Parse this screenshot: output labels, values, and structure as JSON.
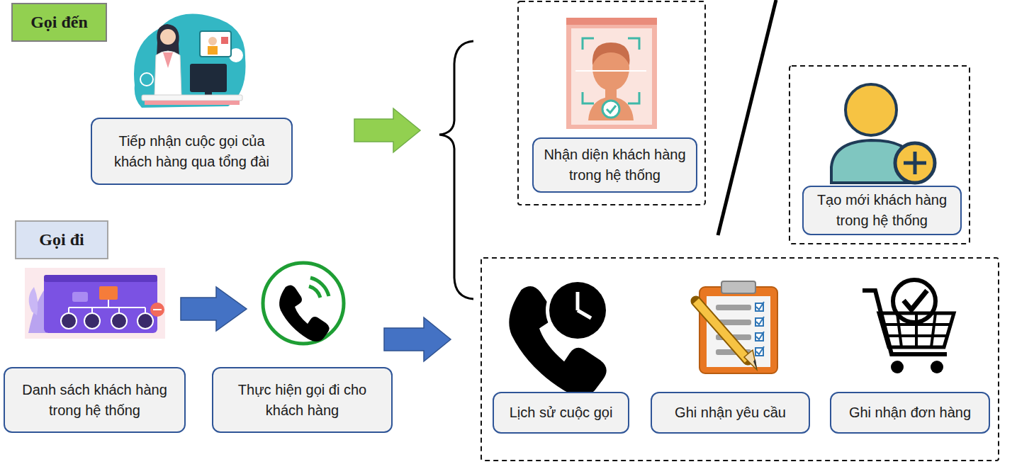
{
  "diagram": {
    "nodes": [
      {
        "text": [
          "Gọi đến"
        ]
      },
      {
        "text": [
          "Tiếp nhận cuộc gọi của khách hàng qua tổng đài"
        ]
      },
      {
        "text": [
          "Nhận diện khách hàng trong hệ thống"
        ]
      },
      {
        "text": [
          "Tạo mới khách hàng trong hệ thống"
        ]
      },
      {
        "text": [
          "Gọi đi"
        ]
      },
      {
        "text": [
          "Danh sách khách hàng trong hệ thống"
        ]
      },
      {
        "text": [
          "Thực hiện gọi đi cho khách hàng"
        ]
      },
      {
        "text": [
          "Lịch sử cuộc gọi"
        ]
      },
      {
        "text": [
          "Ghi nhận yêu cầu"
        ]
      },
      {
        "text": [
          "Ghi nhận đơn hàng"
        ]
      }
    ]
  }
}
